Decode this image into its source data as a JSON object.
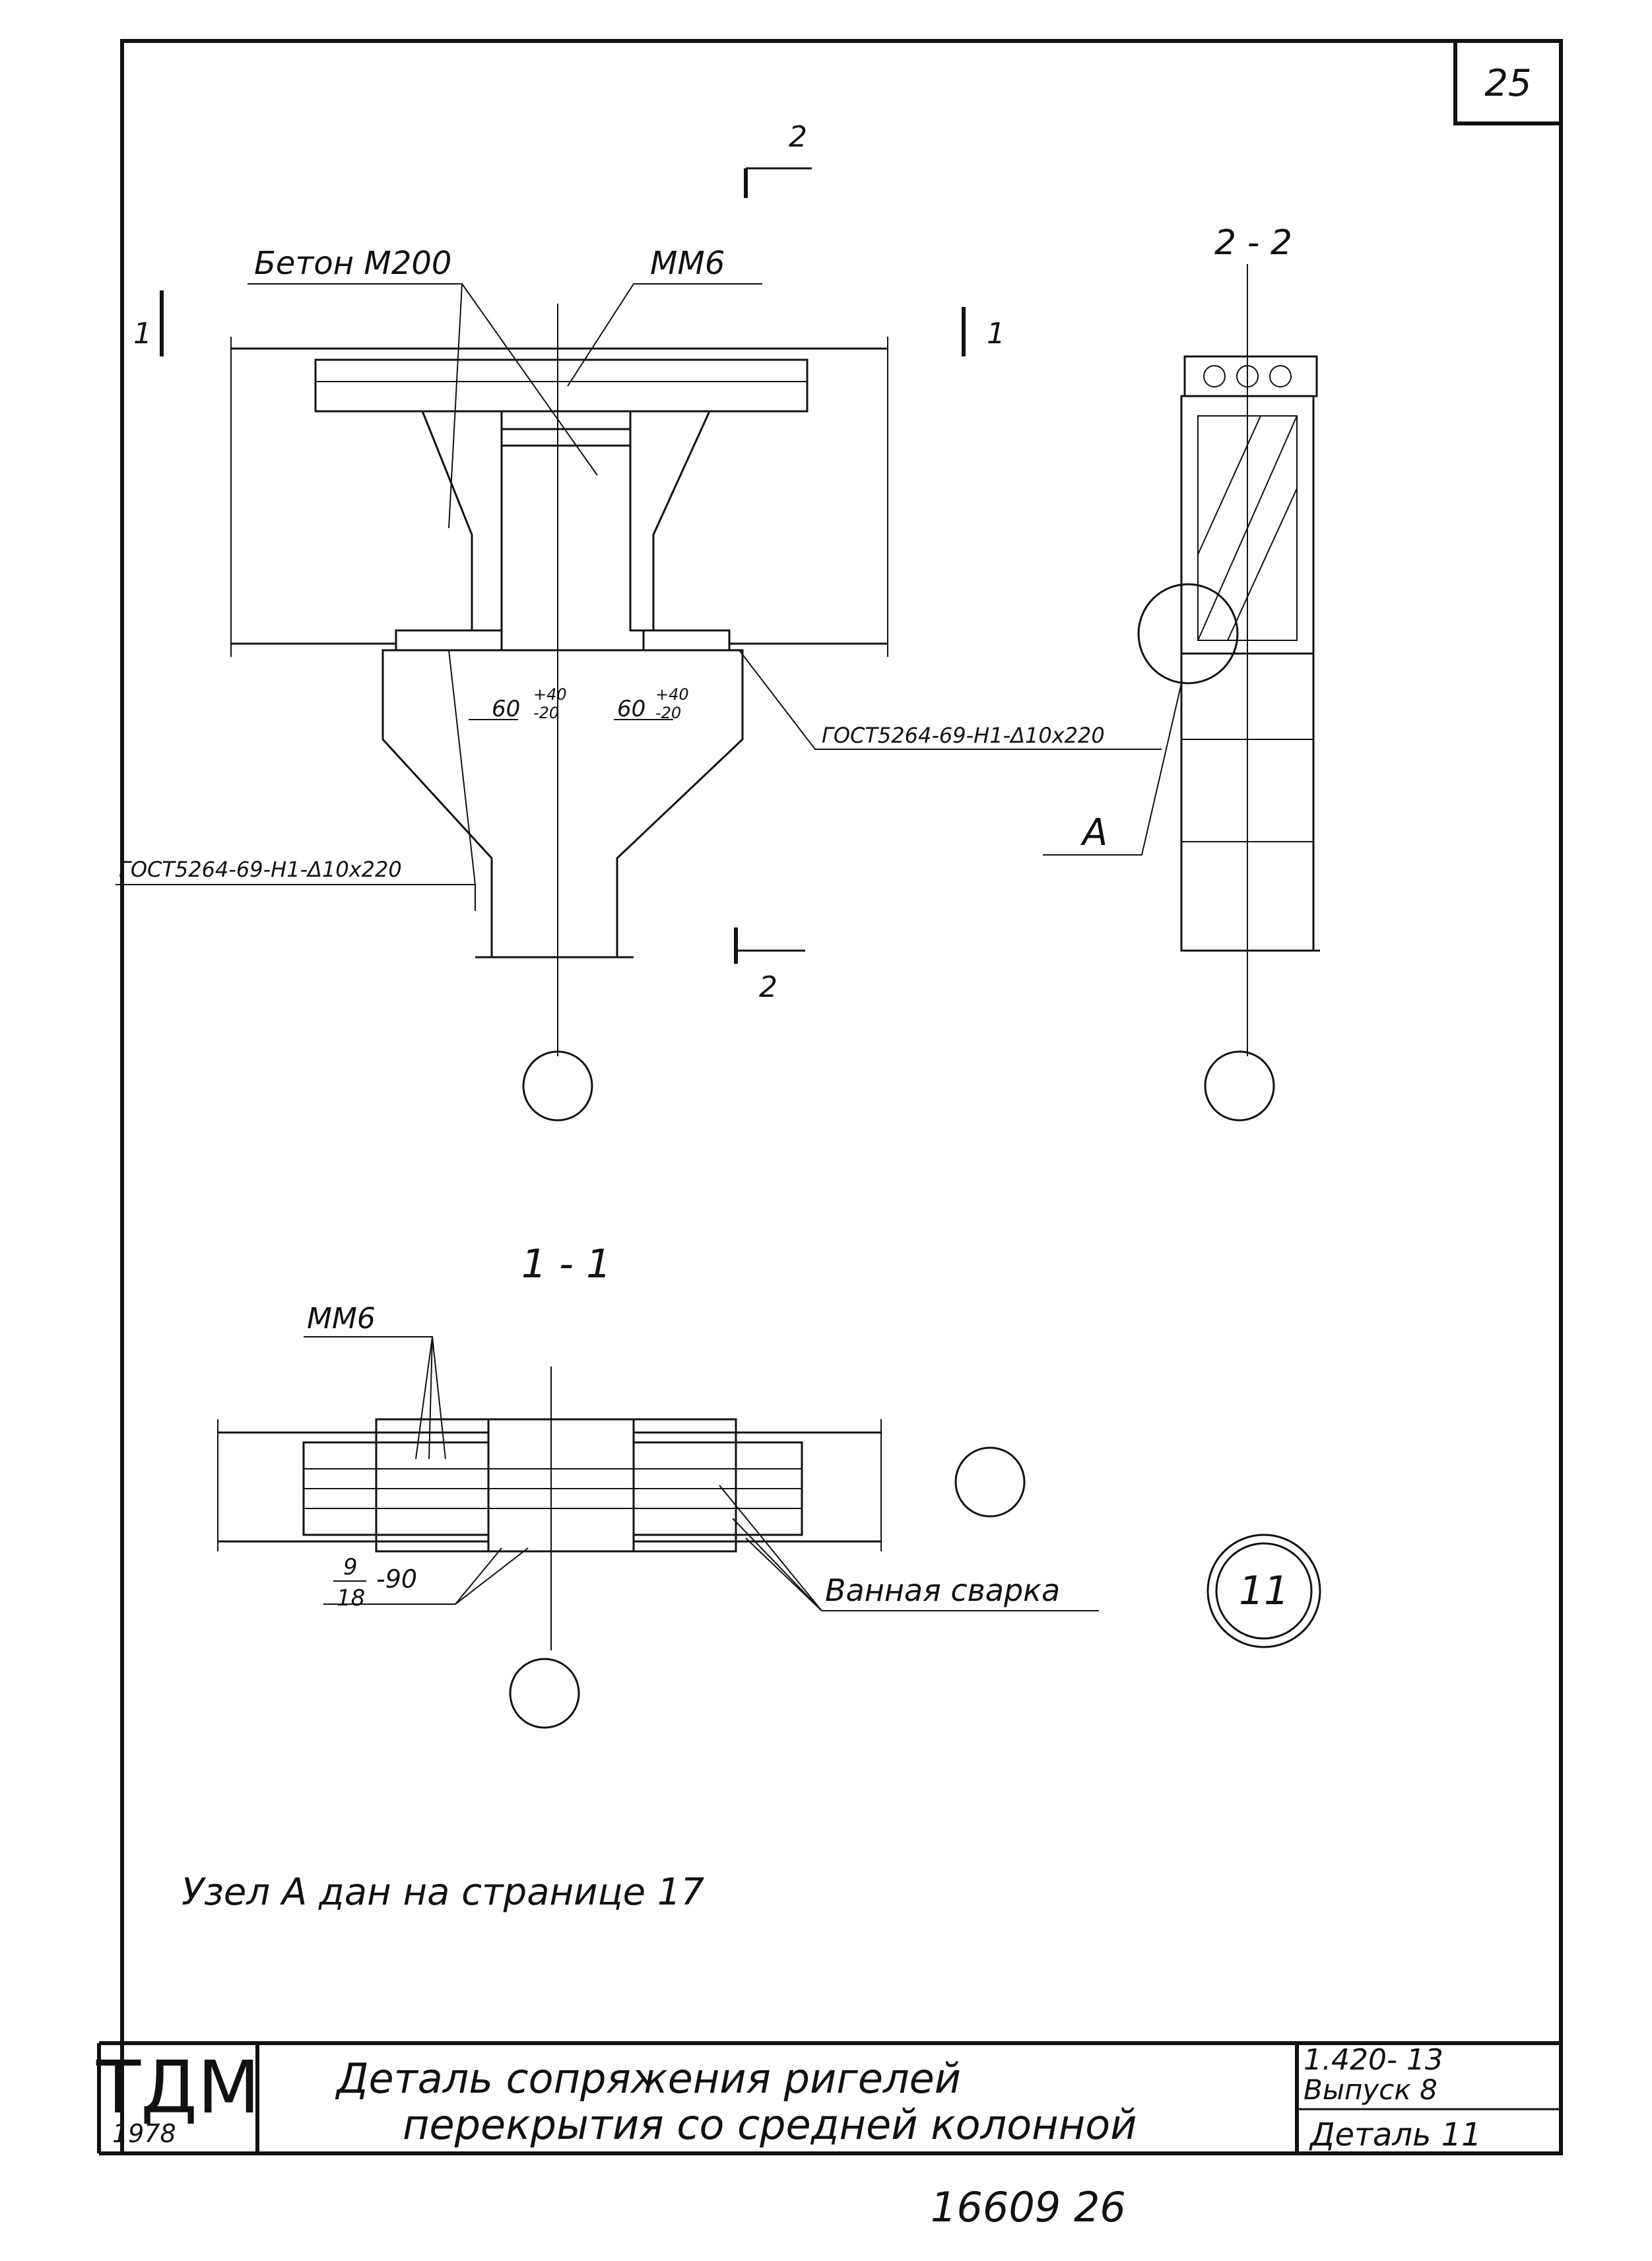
{
  "sheet": {
    "page_number": "25",
    "bottom_number": "16609  26"
  },
  "main_view": {
    "concrete_label": "Бетон М200",
    "plate_label": "ММ6",
    "section_mark_1": "1",
    "section_mark_2": "2",
    "gap_left": "60",
    "gap_left_tol_top": "+40",
    "gap_left_tol_bottom": "-20",
    "gap_right": "60",
    "gap_right_tol_top": "+40",
    "gap_right_tol_bottom": "-20",
    "weld_right": "ГОСТ5264-69-Н1-Δ10х220",
    "weld_left": "ГОСТ5264-69-Н1-Δ10х220"
  },
  "section_2_2": {
    "title": "2 - 2",
    "node_label": "А"
  },
  "section_1_1": {
    "title": "1 - 1",
    "plate_label": "ММ6",
    "fraction_top": "9",
    "fraction_bottom": "18",
    "fraction_suffix": "-90",
    "weld_label": "Ванная сварка"
  },
  "detail_marker": "11",
  "note": "Узел А дан на странице 17",
  "title_block": {
    "logo": "ТДМ",
    "year": "1978",
    "title_line1": "Деталь сопряжения ригелей",
    "title_line2": "перекрытия со средней колонной",
    "series": "1.420- 13",
    "issue": "Выпуск 8",
    "detail": "Деталь 11"
  }
}
